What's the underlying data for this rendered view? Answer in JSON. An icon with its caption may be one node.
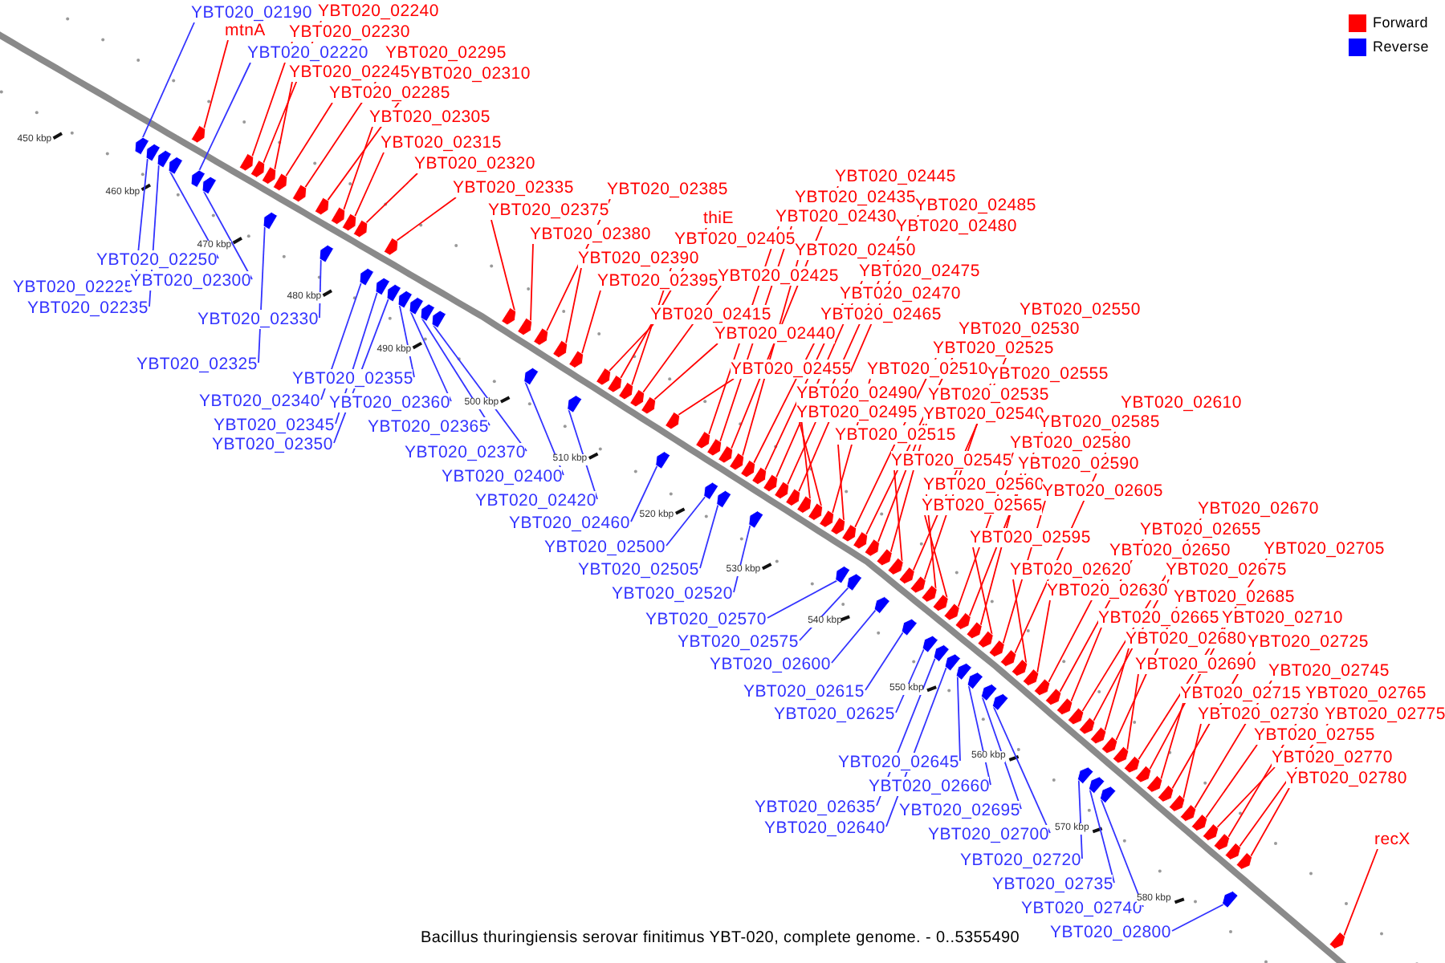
{
  "diagram": {
    "caption": "Bacillus thuringiensis serovar finitimus YBT-020, complete genome. - 0..5355490",
    "nodes": [
      {
        "text": [
          "YBT020_02240"
        ]
      },
      {
        "text": [
          "mtnA"
        ]
      },
      {
        "text": [
          "YBT020_02230"
        ]
      },
      {
        "text": [
          "YBT020_02295"
        ]
      },
      {
        "text": [
          "YBT020_02245"
        ]
      },
      {
        "text": [
          "YBT020_02310"
        ]
      },
      {
        "text": [
          "YBT020_02285"
        ]
      },
      {
        "text": [
          "YBT020_02305"
        ]
      },
      {
        "text": [
          "YBT020_02315"
        ]
      },
      {
        "text": [
          "YBT020_02320"
        ]
      },
      {
        "text": [
          "YBT020_02335"
        ]
      },
      {
        "text": [
          "YBT020_02375"
        ]
      },
      {
        "text": [
          "YBT020_02385"
        ]
      },
      {
        "text": [
          "YBT020_02380"
        ]
      },
      {
        "text": [
          "thiE"
        ]
      },
      {
        "text": [
          "YBT020_02405"
        ]
      },
      {
        "text": [
          "YBT020_02390"
        ]
      },
      {
        "text": [
          "YBT020_02395"
        ]
      },
      {
        "text": [
          "YBT020_02425"
        ]
      },
      {
        "text": [
          "YBT020_02415"
        ]
      },
      {
        "text": [
          "YBT020_02440"
        ]
      },
      {
        "text": [
          "YBT020_02455"
        ]
      },
      {
        "text": [
          "YBT020_02445"
        ]
      },
      {
        "text": [
          "YBT020_02435"
        ]
      },
      {
        "text": [
          "YBT020_02430"
        ]
      },
      {
        "text": [
          "YBT020_02485"
        ]
      },
      {
        "text": [
          "YBT020_02480"
        ]
      },
      {
        "text": [
          "YBT020_02450"
        ]
      },
      {
        "text": [
          "YBT020_02475"
        ]
      },
      {
        "text": [
          "YBT020_02470"
        ]
      },
      {
        "text": [
          "YBT020_02465"
        ]
      },
      {
        "text": [
          "YBT020_02490"
        ]
      },
      {
        "text": [
          "YBT020_02510"
        ]
      },
      {
        "text": [
          "YBT020_02495"
        ]
      },
      {
        "text": [
          "YBT020_02515"
        ]
      },
      {
        "text": [
          "YBT020_02550"
        ]
      },
      {
        "text": [
          "YBT020_02530"
        ]
      },
      {
        "text": [
          "YBT020_02525"
        ]
      },
      {
        "text": [
          "YBT020_02555"
        ]
      },
      {
        "text": [
          "YBT020_02535"
        ]
      },
      {
        "text": [
          "YBT020_02540"
        ]
      },
      {
        "text": [
          "YBT020_02545"
        ]
      },
      {
        "text": [
          "YBT020_02610"
        ]
      },
      {
        "text": [
          "YBT020_02585"
        ]
      },
      {
        "text": [
          "YBT020_02580"
        ]
      },
      {
        "text": [
          "YBT020_02590"
        ]
      },
      {
        "text": [
          "YBT020_02560"
        ]
      },
      {
        "text": [
          "YBT020_02605"
        ]
      },
      {
        "text": [
          "YBT020_02565"
        ]
      },
      {
        "text": [
          "YBT020_02595"
        ]
      },
      {
        "text": [
          "YBT020_02670"
        ]
      },
      {
        "text": [
          "YBT020_02655"
        ]
      },
      {
        "text": [
          "YBT020_02650"
        ]
      },
      {
        "text": [
          "YBT020_02705"
        ]
      },
      {
        "text": [
          "YBT020_02675"
        ]
      },
      {
        "text": [
          "YBT020_02620"
        ]
      },
      {
        "text": [
          "YBT020_02685"
        ]
      },
      {
        "text": [
          "YBT020_02630"
        ]
      },
      {
        "text": [
          "YBT020_02665"
        ]
      },
      {
        "text": [
          "YBT020_02710"
        ]
      },
      {
        "text": [
          "YBT020_02680"
        ]
      },
      {
        "text": [
          "YBT020_02725"
        ]
      },
      {
        "text": [
          "YBT020_02690"
        ]
      },
      {
        "text": [
          "YBT020_02745"
        ]
      },
      {
        "text": [
          "YBT020_02715"
        ]
      },
      {
        "text": [
          "YBT020_02765"
        ]
      },
      {
        "text": [
          "YBT020_02730"
        ]
      },
      {
        "text": [
          "YBT020_02775"
        ]
      },
      {
        "text": [
          "YBT020_02755"
        ]
      },
      {
        "text": [
          "YBT020_02770"
        ]
      },
      {
        "text": [
          "YBT020_02780"
        ]
      },
      {
        "text": [
          "recX"
        ]
      },
      {
        "text": [
          "YBT020_02190"
        ]
      },
      {
        "text": [
          "YBT020_02220"
        ]
      },
      {
        "text": [
          "YBT020_02250"
        ]
      },
      {
        "text": [
          "YBT020_02225"
        ]
      },
      {
        "text": [
          "YBT020_02300"
        ]
      },
      {
        "text": [
          "YBT020_02235"
        ]
      },
      {
        "text": [
          "YBT020_02330"
        ]
      },
      {
        "text": [
          "YBT020_02325"
        ]
      },
      {
        "text": [
          "YBT020_02355"
        ]
      },
      {
        "text": [
          "YBT020_02340"
        ]
      },
      {
        "text": [
          "YBT020_02360"
        ]
      },
      {
        "text": [
          "YBT020_02345"
        ]
      },
      {
        "text": [
          "YBT020_02365"
        ]
      },
      {
        "text": [
          "YBT020_02350"
        ]
      },
      {
        "text": [
          "YBT020_02370"
        ]
      },
      {
        "text": [
          "YBT020_02400"
        ]
      },
      {
        "text": [
          "YBT020_02420"
        ]
      },
      {
        "text": [
          "YBT020_02460"
        ]
      },
      {
        "text": [
          "YBT020_02500"
        ]
      },
      {
        "text": [
          "YBT020_02505"
        ]
      },
      {
        "text": [
          "YBT020_02520"
        ]
      },
      {
        "text": [
          "YBT020_02570"
        ]
      },
      {
        "text": [
          "YBT020_02575"
        ]
      },
      {
        "text": [
          "YBT020_02600"
        ]
      },
      {
        "text": [
          "YBT020_02615"
        ]
      },
      {
        "text": [
          "YBT020_02625"
        ]
      },
      {
        "text": [
          "YBT020_02645"
        ]
      },
      {
        "text": [
          "YBT020_02660"
        ]
      },
      {
        "text": [
          "YBT020_02635"
        ]
      },
      {
        "text": [
          "YBT020_02695"
        ]
      },
      {
        "text": [
          "YBT020_02640"
        ]
      },
      {
        "text": [
          "YBT020_02700"
        ]
      },
      {
        "text": [
          "YBT020_02720"
        ]
      },
      {
        "text": [
          "YBT020_02735"
        ]
      },
      {
        "text": [
          "YBT020_02740"
        ]
      },
      {
        "text": [
          "YBT020_02800"
        ]
      },
      {
        "text": [],
        "shape": "pentagon"
      },
      {
        "text": [],
        "shape": "pentagon"
      },
      {
        "text": [],
        "shape": "pentagon"
      },
      {
        "text": [],
        "shape": "pentagon"
      },
      {
        "text": [],
        "shape": "pentagon"
      },
      {
        "text": [],
        "shape": "pentagon"
      },
      {
        "text": [],
        "shape": "pentagon"
      },
      {
        "text": [],
        "shape": "pentagon"
      },
      {
        "text": [],
        "shape": "pentagon"
      },
      {
        "text": [],
        "shape": "pentagon"
      },
      {
        "text": [],
        "shape": "pentagon"
      },
      {
        "text": [],
        "shape": "pentagon"
      },
      {
        "text": [],
        "shape": "pentagon"
      },
      {
        "text": [],
        "shape": "pentagon"
      },
      {
        "text": [],
        "shape": "pentagon"
      },
      {
        "text": [],
        "shape": "pentagon"
      },
      {
        "text": [],
        "shape": "pentagon"
      },
      {
        "text": [],
        "shape": "pentagon"
      },
      {
        "text": [],
        "shape": "pentagon"
      },
      {
        "text": [],
        "shape": "pentagon"
      },
      {
        "text": [],
        "shape": "pentagon"
      },
      {
        "text": [],
        "shape": "pentagon"
      },
      {
        "text": [],
        "shape": "pentagon"
      },
      {
        "text": [],
        "shape": "pentagon"
      },
      {
        "text": [],
        "shape": "pentagon"
      },
      {
        "text": [],
        "shape": "pentagon"
      },
      {
        "text": [],
        "shape": "pentagon"
      },
      {
        "text": [],
        "shape": "pentagon"
      },
      {
        "text": [],
        "shape": "pentagon"
      },
      {
        "text": [],
        "shape": "pentagon"
      },
      {
        "text": [],
        "shape": "pentagon"
      },
      {
        "text": [],
        "shape": "pentagon"
      },
      {
        "text": [],
        "shape": "pentagon"
      },
      {
        "text": [],
        "shape": "pentagon"
      },
      {
        "text": [],
        "shape": "pentagon"
      },
      {
        "text": [],
        "shape": "pentagon"
      },
      {
        "text": [],
        "shape": "pentagon"
      },
      {
        "text": [],
        "shape": "pentagon"
      },
      {
        "text": [],
        "shape": "pentagon"
      },
      {
        "text": [],
        "shape": "pentagon"
      },
      {
        "text": [],
        "shape": "pentagon"
      },
      {
        "text": [],
        "shape": "pentagon"
      },
      {
        "text": [],
        "shape": "pentagon"
      },
      {
        "text": [],
        "shape": "pentagon"
      },
      {
        "text": [],
        "shape": "pentagon"
      },
      {
        "text": [],
        "shape": "pentagon"
      },
      {
        "text": [],
        "shape": "pentagon"
      },
      {
        "text": [],
        "shape": "pentagon"
      },
      {
        "text": [],
        "shape": "pentagon"
      },
      {
        "text": [],
        "shape": "pentagon"
      },
      {
        "text": [],
        "shape": "pentagon"
      },
      {
        "text": [],
        "shape": "pentagon"
      },
      {
        "text": [],
        "shape": "pentagon"
      },
      {
        "text": [],
        "shape": "pentagon"
      },
      {
        "text": [],
        "shape": "pentagon"
      },
      {
        "text": [],
        "shape": "pentagon"
      },
      {
        "text": [],
        "shape": "pentagon"
      },
      {
        "text": [],
        "shape": "pentagon"
      },
      {
        "text": [],
        "shape": "pentagon"
      },
      {
        "text": [],
        "shape": "pentagon"
      },
      {
        "text": [],
        "shape": "pentagon"
      },
      {
        "text": [],
        "shape": "pentagon"
      },
      {
        "text": [],
        "shape": "pentagon"
      },
      {
        "text": [],
        "shape": "pentagon"
      },
      {
        "text": [],
        "shape": "pentagon"
      },
      {
        "text": [],
        "shape": "pentagon"
      },
      {
        "text": [],
        "shape": "pentagon"
      },
      {
        "text": [],
        "shape": "pentagon"
      },
      {
        "text": [],
        "shape": "pentagon"
      },
      {
        "text": [],
        "shape": "pentagon"
      },
      {
        "text": [],
        "shape": "pentagon"
      },
      {
        "text": [],
        "shape": "pentagon"
      },
      {
        "text": [],
        "shape": "pentagon"
      },
      {
        "text": [],
        "shape": "pentagon"
      },
      {
        "text": [],
        "shape": "pentagon"
      },
      {
        "text": [],
        "shape": "pentagon"
      },
      {
        "text": [],
        "shape": "pentagon"
      },
      {
        "text": [],
        "shape": "pentagon"
      },
      {
        "text": [],
        "shape": "pentagon"
      },
      {
        "text": [],
        "shape": "pentagon"
      },
      {
        "text": [],
        "shape": "pentagon"
      },
      {
        "text": [],
        "shape": "pentagon"
      },
      {
        "text": [],
        "shape": "pentagon"
      },
      {
        "text": [],
        "shape": "pentagon"
      },
      {
        "text": [],
        "shape": "pentagon"
      },
      {
        "text": [],
        "shape": "pentagon"
      },
      {
        "text": [],
        "shape": "pentagon"
      },
      {
        "text": [],
        "shape": "pentagon"
      },
      {
        "text": [],
        "shape": "pentagon"
      },
      {
        "text": [],
        "shape": "pentagon"
      },
      {
        "text": [],
        "shape": "pentagon"
      },
      {
        "text": [],
        "shape": "pentagon"
      },
      {
        "text": [],
        "shape": "pentagon"
      },
      {
        "text": [],
        "shape": "pentagon"
      },
      {
        "text": [],
        "shape": "pentagon"
      },
      {
        "text": [],
        "shape": "pentagon"
      },
      {
        "text": [],
        "shape": "pentagon"
      },
      {
        "text": [],
        "shape": "pentagon"
      },
      {
        "text": [],
        "shape": "pentagon"
      },
      {
        "text": [],
        "shape": "pentagon"
      },
      {
        "text": [],
        "shape": "pentagon"
      },
      {
        "text": [],
        "shape": "pentagon"
      },
      {
        "text": [],
        "shape": "pentagon"
      },
      {
        "text": [],
        "shape": "pentagon"
      },
      {
        "text": [],
        "shape": "pentagon"
      },
      {
        "text": [],
        "shape": "pentagon"
      },
      {
        "text": [],
        "shape": "pentagon"
      },
      {
        "text": [],
        "shape": "pentagon"
      }
    ],
    "edges": [
      {
        "from": 0,
        "to": 116,
        "arrow": "none"
      },
      {
        "from": 1,
        "to": 112,
        "arrow": "none"
      },
      {
        "from": 2,
        "to": 115,
        "arrow": "none"
      },
      {
        "from": 3,
        "to": 120,
        "arrow": "none"
      },
      {
        "from": 4,
        "to": 117,
        "arrow": "none"
      },
      {
        "from": 5,
        "to": 121,
        "arrow": "none"
      },
      {
        "from": 6,
        "to": 118,
        "arrow": "none"
      },
      {
        "from": 7,
        "to": 122,
        "arrow": "none"
      },
      {
        "from": 8,
        "to": 124,
        "arrow": "none"
      },
      {
        "from": 9,
        "to": 125,
        "arrow": "none"
      },
      {
        "from": 10,
        "to": 127,
        "arrow": "none"
      },
      {
        "from": 11,
        "to": 134,
        "arrow": "none"
      },
      {
        "from": 12,
        "to": 136,
        "arrow": "none"
      },
      {
        "from": 13,
        "to": 135,
        "arrow": "none"
      },
      {
        "from": 14,
        "to": 142,
        "arrow": "none"
      },
      {
        "from": 15,
        "to": 143,
        "arrow": "none"
      },
      {
        "from": 16,
        "to": 138,
        "arrow": "none"
      },
      {
        "from": 17,
        "to": 139,
        "arrow": "none"
      },
      {
        "from": 18,
        "to": 144,
        "arrow": "none"
      },
      {
        "from": 19,
        "to": 141,
        "arrow": "none"
      },
      {
        "from": 20,
        "to": 145,
        "arrow": "none"
      },
      {
        "from": 21,
        "to": 146,
        "arrow": "none"
      },
      {
        "from": 22,
        "to": 150,
        "arrow": "none"
      },
      {
        "from": 23,
        "to": 149,
        "arrow": "none"
      },
      {
        "from": 24,
        "to": 148,
        "arrow": "none"
      },
      {
        "from": 25,
        "to": 159,
        "arrow": "none"
      },
      {
        "from": 26,
        "to": 158,
        "arrow": "none"
      },
      {
        "from": 27,
        "to": 152,
        "arrow": "none"
      },
      {
        "from": 28,
        "to": 156,
        "arrow": "none"
      },
      {
        "from": 29,
        "to": 155,
        "arrow": "none"
      },
      {
        "from": 30,
        "to": 154,
        "arrow": "none"
      },
      {
        "from": 31,
        "to": 160,
        "arrow": "none"
      },
      {
        "from": 32,
        "to": 162,
        "arrow": "none"
      },
      {
        "from": 33,
        "to": 161,
        "arrow": "none"
      },
      {
        "from": 34,
        "to": 163,
        "arrow": "none"
      },
      {
        "from": 35,
        "to": 172,
        "arrow": "none"
      },
      {
        "from": 36,
        "to": 165,
        "arrow": "none"
      },
      {
        "from": 37,
        "to": 164,
        "arrow": "none"
      },
      {
        "from": 38,
        "to": 173,
        "arrow": "none"
      },
      {
        "from": 39,
        "to": 167,
        "arrow": "none"
      },
      {
        "from": 40,
        "to": 169,
        "arrow": "none"
      },
      {
        "from": 41,
        "to": 170,
        "arrow": "none"
      },
      {
        "from": 42,
        "to": 187,
        "arrow": "none"
      },
      {
        "from": 43,
        "to": 179,
        "arrow": "none"
      },
      {
        "from": 44,
        "to": 177,
        "arrow": "none"
      },
      {
        "from": 45,
        "to": 181,
        "arrow": "none"
      },
      {
        "from": 46,
        "to": 174,
        "arrow": "none"
      },
      {
        "from": 47,
        "to": 185,
        "arrow": "none"
      },
      {
        "from": 48,
        "to": 176,
        "arrow": "none"
      },
      {
        "from": 49,
        "to": 183,
        "arrow": "none"
      },
      {
        "from": 50,
        "to": 195,
        "arrow": "none"
      },
      {
        "from": 51,
        "to": 193,
        "arrow": "none"
      },
      {
        "from": 52,
        "to": 192,
        "arrow": "none"
      },
      {
        "from": 53,
        "to": 203,
        "arrow": "none"
      },
      {
        "from": 54,
        "to": 196,
        "arrow": "none"
      },
      {
        "from": 55,
        "to": 189,
        "arrow": "none"
      },
      {
        "from": 56,
        "to": 199,
        "arrow": "none"
      },
      {
        "from": 57,
        "to": 191,
        "arrow": "none"
      },
      {
        "from": 58,
        "to": 194,
        "arrow": "none"
      },
      {
        "from": 59,
        "to": 204,
        "arrow": "none"
      },
      {
        "from": 60,
        "to": 197,
        "arrow": "none"
      },
      {
        "from": 61,
        "to": 206,
        "arrow": "none"
      },
      {
        "from": 62,
        "to": 201,
        "arrow": "none"
      },
      {
        "from": 63,
        "to": 208,
        "arrow": "none"
      },
      {
        "from": 64,
        "to": 205,
        "arrow": "none"
      },
      {
        "from": 65,
        "to": 211,
        "arrow": "none"
      },
      {
        "from": 66,
        "to": 207,
        "arrow": "none"
      },
      {
        "from": 67,
        "to": 212,
        "arrow": "none"
      },
      {
        "from": 68,
        "to": 209,
        "arrow": "none"
      },
      {
        "from": 69,
        "to": 210,
        "arrow": "none"
      },
      {
        "from": 70,
        "to": 213,
        "arrow": "none"
      },
      {
        "from": 71,
        "to": 215,
        "arrow": "none"
      },
      {
        "from": 72,
        "to": 108,
        "arrow": "none",
        "color": "#3333ff"
      },
      {
        "from": 73,
        "to": 113,
        "arrow": "none",
        "color": "#3333ff"
      },
      {
        "from": 74,
        "to": 111,
        "arrow": "none",
        "color": "#3333ff"
      },
      {
        "from": 75,
        "to": 109,
        "arrow": "none",
        "color": "#3333ff"
      },
      {
        "from": 76,
        "to": 114,
        "arrow": "none",
        "color": "#3333ff"
      },
      {
        "from": 77,
        "to": 110,
        "arrow": "none",
        "color": "#3333ff"
      },
      {
        "from": 78,
        "to": 123,
        "arrow": "none",
        "color": "#3333ff"
      },
      {
        "from": 79,
        "to": 119,
        "arrow": "none",
        "color": "#3333ff"
      },
      {
        "from": 80,
        "to": 130,
        "arrow": "none",
        "color": "#3333ff"
      },
      {
        "from": 81,
        "to": 126,
        "arrow": "none",
        "color": "#3333ff"
      },
      {
        "from": 82,
        "to": 131,
        "arrow": "none",
        "color": "#3333ff"
      },
      {
        "from": 83,
        "to": 128,
        "arrow": "none",
        "color": "#3333ff"
      },
      {
        "from": 84,
        "to": 132,
        "arrow": "none",
        "color": "#3333ff"
      },
      {
        "from": 85,
        "to": 129,
        "arrow": "none",
        "color": "#3333ff"
      },
      {
        "from": 86,
        "to": 133,
        "arrow": "none",
        "color": "#3333ff"
      },
      {
        "from": 87,
        "to": 137,
        "arrow": "none",
        "color": "#3333ff"
      },
      {
        "from": 88,
        "to": 140,
        "arrow": "none",
        "color": "#3333ff"
      },
      {
        "from": 89,
        "to": 147,
        "arrow": "none",
        "color": "#3333ff"
      },
      {
        "from": 90,
        "to": 151,
        "arrow": "none",
        "color": "#3333ff"
      },
      {
        "from": 91,
        "to": 153,
        "arrow": "none",
        "color": "#3333ff"
      },
      {
        "from": 92,
        "to": 157,
        "arrow": "none",
        "color": "#3333ff"
      },
      {
        "from": 93,
        "to": 166,
        "arrow": "none",
        "color": "#3333ff"
      },
      {
        "from": 94,
        "to": 168,
        "arrow": "none",
        "color": "#3333ff"
      },
      {
        "from": 95,
        "to": 171,
        "arrow": "none",
        "color": "#3333ff"
      },
      {
        "from": 96,
        "to": 175,
        "arrow": "none",
        "color": "#3333ff"
      },
      {
        "from": 97,
        "to": 178,
        "arrow": "none",
        "color": "#3333ff"
      },
      {
        "from": 98,
        "to": 184,
        "arrow": "none",
        "color": "#3333ff"
      },
      {
        "from": 99,
        "to": 186,
        "arrow": "none",
        "color": "#3333ff"
      },
      {
        "from": 100,
        "to": 180,
        "arrow": "none",
        "color": "#3333ff"
      },
      {
        "from": 101,
        "to": 188,
        "arrow": "none",
        "color": "#3333ff"
      },
      {
        "from": 102,
        "to": 182,
        "arrow": "none",
        "color": "#3333ff"
      },
      {
        "from": 103,
        "to": 190,
        "arrow": "none",
        "color": "#3333ff"
      },
      {
        "from": 104,
        "to": 198,
        "arrow": "none",
        "color": "#3333ff"
      },
      {
        "from": 105,
        "to": 200,
        "arrow": "none",
        "color": "#3333ff"
      },
      {
        "from": 106,
        "to": 202,
        "arrow": "none",
        "color": "#3333ff"
      },
      {
        "from": 107,
        "to": 214,
        "arrow": "none",
        "color": "#3333ff"
      }
    ],
    "labels": [
      "450 kbp",
      "460 kbp",
      "470 kbp",
      "480 kbp",
      "490 kbp",
      "500 kbp",
      "510 kbp",
      "520 kbp",
      "530 kbp",
      "540 kbp",
      "550 kbp",
      "560 kbp",
      "570 kbp",
      "580 kbp"
    ],
    "legend": [
      {
        "text": "Forward",
        "color": "#ff0000"
      },
      {
        "text": "Reverse",
        "color": "#0000ff"
      }
    ]
  }
}
